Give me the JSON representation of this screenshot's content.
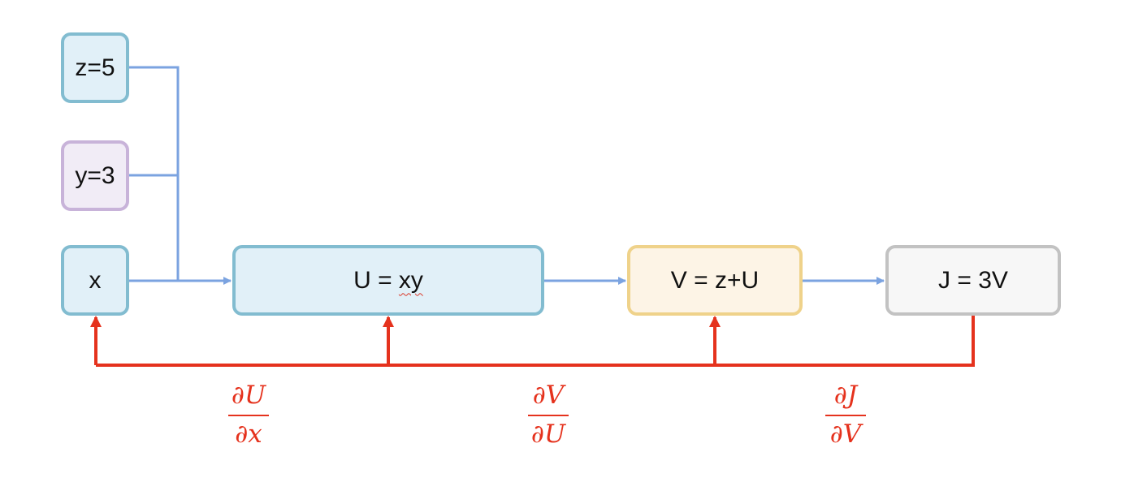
{
  "colors": {
    "forward_edge": "#7ba3e0",
    "backward_edge": "#e5321d",
    "node_blue_border": "#82bcd0",
    "node_blue_fill": "#e1f0f8",
    "node_purple_border": "#c8b3d9",
    "node_purple_fill": "#f1ecf6",
    "node_yellow_border": "#efd28a",
    "node_yellow_fill": "#fdf4e6",
    "node_gray_border": "#c2c2c2",
    "node_gray_fill": "#f7f7f7"
  },
  "nodes": {
    "z": {
      "label": "z=5"
    },
    "y": {
      "label": "y=3"
    },
    "x": {
      "label": "x"
    },
    "u": {
      "label_before": "U = ",
      "label_marked": "xy"
    },
    "v": {
      "label": "V = z+U"
    },
    "j": {
      "label": "J = 3V"
    }
  },
  "gradients": [
    {
      "num": "∂U",
      "den": "∂x"
    },
    {
      "num": "∂V",
      "den": "∂U"
    },
    {
      "num": "∂J",
      "den": "∂V"
    }
  ]
}
